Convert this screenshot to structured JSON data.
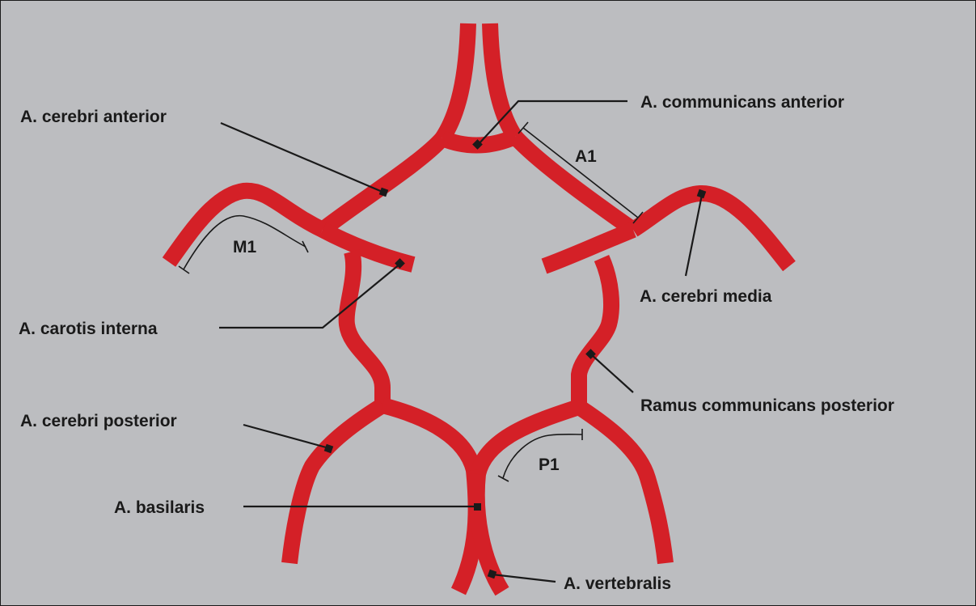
{
  "colors": {
    "background": "#bcbdc0",
    "vessel": "#d42027",
    "line": "#1a1a1a"
  },
  "labels": {
    "communicans_anterior": "A. communicans anterior",
    "cerebri_anterior": "A. cerebri anterior",
    "cerebri_media": "A. cerebri media",
    "carotis_interna": "A. carotis interna",
    "ramus_communicans_posterior": "Ramus communicans posterior",
    "cerebri_posterior": "A. cerebri posterior",
    "basilaris": "A. basilaris",
    "vertebralis": "A. vertebralis"
  },
  "segments": {
    "a1": "A1",
    "m1": "M1",
    "p1": "P1"
  }
}
